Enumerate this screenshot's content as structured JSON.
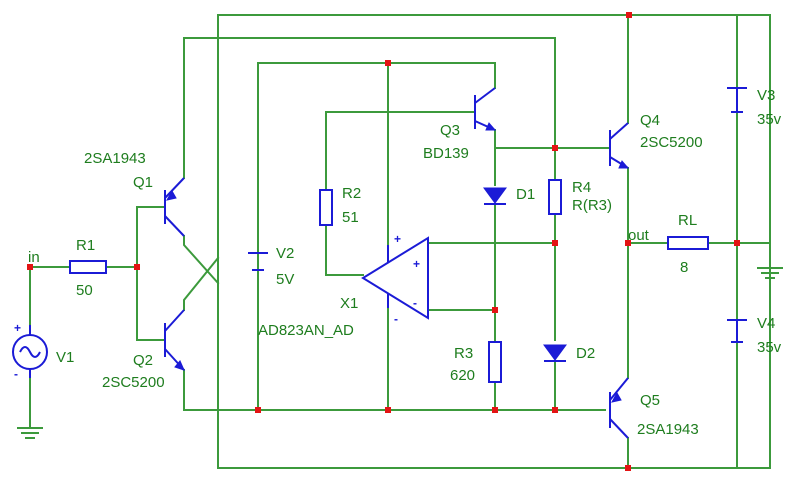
{
  "components": {
    "q1": {
      "name": "Q1",
      "model": "2SA1943"
    },
    "q2": {
      "name": "Q2",
      "model": "2SC5200"
    },
    "q3": {
      "name": "Q3",
      "model": "BD139"
    },
    "q4": {
      "name": "Q4",
      "model": "2SC5200"
    },
    "q5": {
      "name": "Q5",
      "model": "2SA1943"
    },
    "r1": {
      "name": "R1",
      "value": "50"
    },
    "r2": {
      "name": "R2",
      "value": "51"
    },
    "r3": {
      "name": "R3",
      "value": "620"
    },
    "r4": {
      "name": "R4",
      "value": "R(R3)"
    },
    "rl": {
      "name": "RL",
      "value": "8"
    },
    "v1": {
      "name": "V1"
    },
    "v2": {
      "name": "V2",
      "value": "5V"
    },
    "v3": {
      "name": "V3",
      "value": "35v"
    },
    "v4": {
      "name": "V4",
      "value": "35v"
    },
    "d1": {
      "name": "D1"
    },
    "d2": {
      "name": "D2"
    },
    "x1": {
      "name": "X1",
      "model": "AD823AN_AD"
    }
  },
  "nets": {
    "input": "in",
    "output": "out"
  },
  "signs": {
    "plus": "+",
    "minus": "-"
  },
  "colors": {
    "wire": "#3c9a3c",
    "component": "#1b1bd6",
    "node": "#e31414",
    "label": "#1e7d1e"
  }
}
